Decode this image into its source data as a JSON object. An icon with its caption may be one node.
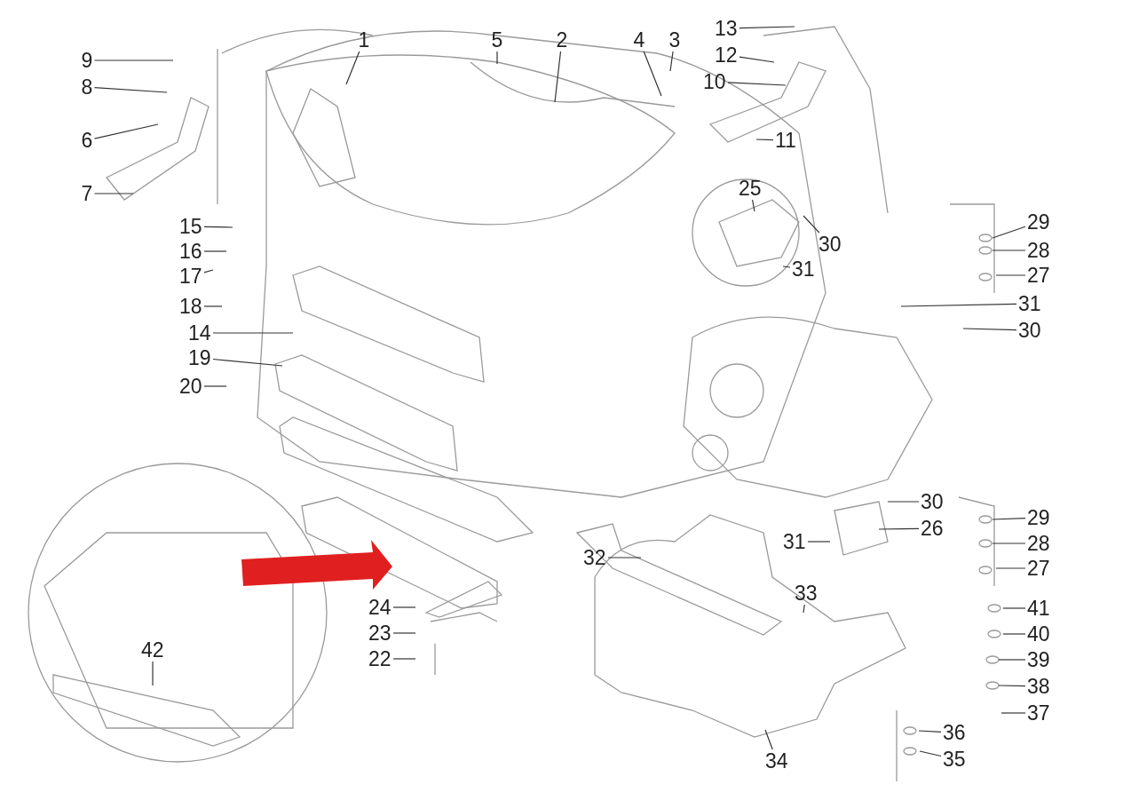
{
  "diagram": {
    "nodes": [
      {
        "text": [
          "13"
        ]
      },
      {
        "text": [
          "1"
        ]
      },
      {
        "text": [
          "5"
        ]
      },
      {
        "text": [
          "2"
        ]
      },
      {
        "text": [
          "4"
        ]
      },
      {
        "text": [
          "3"
        ]
      },
      {
        "text": [
          "12"
        ]
      },
      {
        "text": [
          "9"
        ]
      },
      {
        "text": [
          "10"
        ]
      },
      {
        "text": [
          "8"
        ]
      },
      {
        "text": [
          "6"
        ]
      },
      {
        "text": [
          "11"
        ]
      },
      {
        "text": [
          "7"
        ]
      },
      {
        "text": [
          "25"
        ]
      },
      {
        "text": [
          "29"
        ]
      },
      {
        "text": [
          "15"
        ]
      },
      {
        "text": [
          "30"
        ]
      },
      {
        "text": [
          "28"
        ]
      },
      {
        "text": [
          "16"
        ]
      },
      {
        "text": [
          "31"
        ]
      },
      {
        "text": [
          "27"
        ]
      },
      {
        "text": [
          "17"
        ]
      },
      {
        "text": [
          "31"
        ]
      },
      {
        "text": [
          "18"
        ]
      },
      {
        "text": [
          "30"
        ]
      },
      {
        "text": [
          "14"
        ]
      },
      {
        "text": [
          "19"
        ]
      },
      {
        "text": [
          "20"
        ]
      },
      {
        "text": [
          "30"
        ]
      },
      {
        "text": [
          "29"
        ]
      },
      {
        "text": [
          "26"
        ]
      },
      {
        "text": [
          "31"
        ]
      },
      {
        "text": [
          "28"
        ]
      },
      {
        "text": [
          "32"
        ]
      },
      {
        "text": [
          "27"
        ]
      },
      {
        "text": [
          "33"
        ]
      },
      {
        "text": [
          "24"
        ]
      },
      {
        "text": [
          "41"
        ]
      },
      {
        "text": [
          "23"
        ]
      },
      {
        "text": [
          "40"
        ]
      },
      {
        "text": [
          "42"
        ]
      },
      {
        "text": [
          "22"
        ]
      },
      {
        "text": [
          "39"
        ]
      },
      {
        "text": [
          "38"
        ]
      },
      {
        "text": [
          "37"
        ]
      },
      {
        "text": [
          "36"
        ]
      },
      {
        "text": [
          "34"
        ]
      },
      {
        "text": [
          "35"
        ]
      }
    ],
    "edges": [
      {
        "from": 0,
        "to": null,
        "arrow": "none"
      },
      {
        "from": 1,
        "to": null,
        "arrow": "none"
      },
      {
        "from": 2,
        "to": null,
        "arrow": "none"
      },
      {
        "from": 3,
        "to": null,
        "arrow": "none"
      },
      {
        "from": 4,
        "to": null,
        "arrow": "none"
      },
      {
        "from": 5,
        "to": null,
        "arrow": "none"
      },
      {
        "from": 6,
        "to": null,
        "arrow": "none"
      },
      {
        "from": 7,
        "to": null,
        "arrow": "none"
      },
      {
        "from": 8,
        "to": null,
        "arrow": "none"
      },
      {
        "from": 9,
        "to": null,
        "arrow": "none"
      },
      {
        "from": 10,
        "to": null,
        "arrow": "none"
      },
      {
        "from": 11,
        "to": null,
        "arrow": "none"
      },
      {
        "from": 12,
        "to": null,
        "arrow": "none"
      },
      {
        "from": 13,
        "to": null,
        "arrow": "none"
      },
      {
        "from": 14,
        "to": null,
        "arrow": "none"
      },
      {
        "from": 15,
        "to": null,
        "arrow": "none"
      },
      {
        "from": 16,
        "to": null,
        "arrow": "none"
      },
      {
        "from": 17,
        "to": null,
        "arrow": "none"
      },
      {
        "from": 18,
        "to": null,
        "arrow": "none"
      },
      {
        "from": 19,
        "to": null,
        "arrow": "none"
      },
      {
        "from": 20,
        "to": null,
        "arrow": "none"
      },
      {
        "from": 21,
        "to": null,
        "arrow": "none"
      },
      {
        "from": 22,
        "to": null,
        "arrow": "none"
      },
      {
        "from": 23,
        "to": null,
        "arrow": "none"
      },
      {
        "from": 24,
        "to": null,
        "arrow": "none"
      },
      {
        "from": 25,
        "to": null,
        "arrow": "none"
      },
      {
        "from": 26,
        "to": null,
        "arrow": "none"
      },
      {
        "from": 27,
        "to": null,
        "arrow": "none"
      },
      {
        "from": 28,
        "to": null,
        "arrow": "none"
      },
      {
        "from": 29,
        "to": null,
        "arrow": "none"
      },
      {
        "from": 30,
        "to": null,
        "arrow": "none"
      },
      {
        "from": 31,
        "to": null,
        "arrow": "none"
      },
      {
        "from": 32,
        "to": null,
        "arrow": "none"
      },
      {
        "from": 33,
        "to": null,
        "arrow": "none"
      },
      {
        "from": 34,
        "to": null,
        "arrow": "none"
      },
      {
        "from": 35,
        "to": null,
        "arrow": "none"
      },
      {
        "from": 36,
        "to": null,
        "arrow": "none"
      },
      {
        "from": 37,
        "to": null,
        "arrow": "none"
      },
      {
        "from": 38,
        "to": null,
        "arrow": "none"
      },
      {
        "from": 39,
        "to": null,
        "arrow": "none"
      },
      {
        "from": 40,
        "to": null,
        "arrow": "none"
      },
      {
        "from": 41,
        "to": null,
        "arrow": "none"
      },
      {
        "from": 42,
        "to": null,
        "arrow": "none"
      },
      {
        "from": 43,
        "to": null,
        "arrow": "none"
      },
      {
        "from": 44,
        "to": null,
        "arrow": "none"
      },
      {
        "from": 45,
        "to": null,
        "arrow": "none"
      },
      {
        "from": 46,
        "to": null,
        "arrow": "none"
      },
      {
        "from": 47,
        "to": null,
        "arrow": "none"
      }
    ]
  }
}
